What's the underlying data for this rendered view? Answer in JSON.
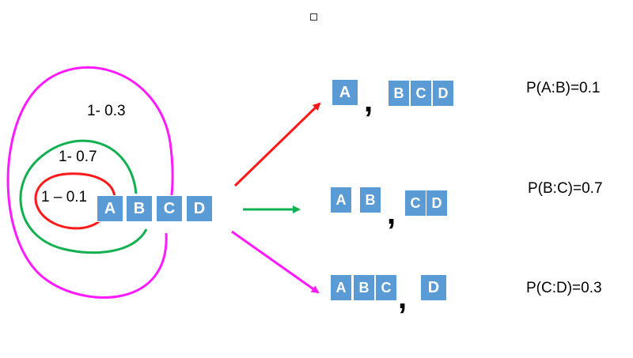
{
  "colors": {
    "box": "#5B9BD5",
    "red": "#FF1A1A",
    "green": "#12B050",
    "magenta": "#FF1AFF"
  },
  "diagram": {
    "source_boxes": [
      "A",
      "B",
      "C",
      "D"
    ],
    "loop_labels": {
      "red": "1 – 0.1",
      "green": "1- 0.7",
      "magenta": "1- 0.3"
    },
    "splits": [
      {
        "left": [
          "A"
        ],
        "right": [
          "B",
          "C",
          "D"
        ],
        "prob": "P(A:B)=0.1",
        "comma": ","
      },
      {
        "left": [
          "A",
          "B"
        ],
        "right": [
          "C",
          "D"
        ],
        "prob": "P(B:C)=0.7",
        "comma": ","
      },
      {
        "left": [
          "A",
          "B",
          "C"
        ],
        "right": [
          "D"
        ],
        "prob": "P(C:D)=0.3",
        "comma": ","
      }
    ]
  }
}
